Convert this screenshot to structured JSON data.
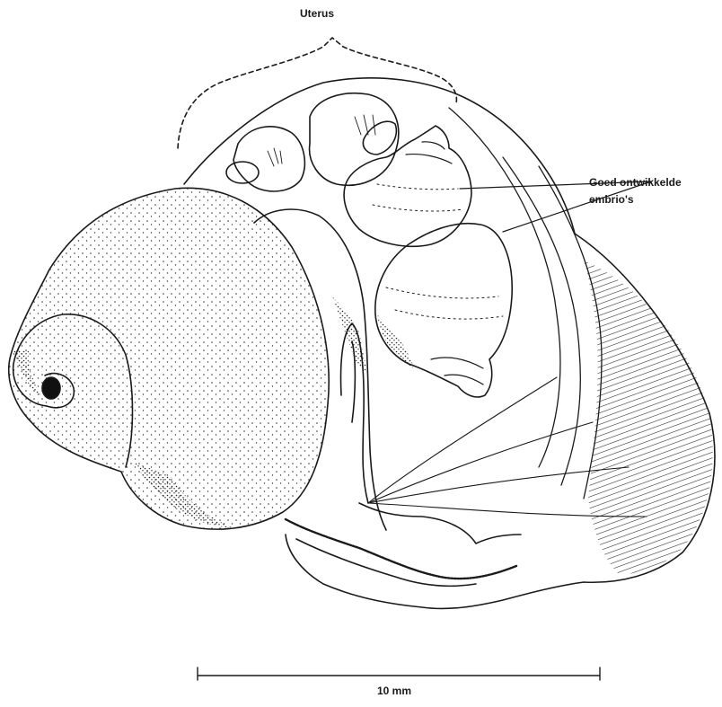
{
  "labels": {
    "uterus": "Uterus",
    "embryos_line1": "Goed ontwikkelde",
    "embryos_line2": "embrio's",
    "scale": "10 mm"
  },
  "colors": {
    "ink": "#1a1a1a",
    "paper": "#ffffff"
  }
}
